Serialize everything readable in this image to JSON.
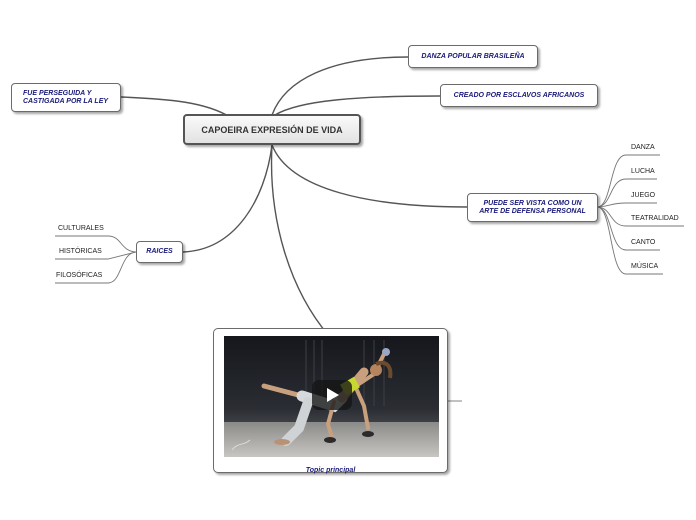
{
  "central": {
    "label": "CAPOEIRA EXPRESIÓN DE VIDA"
  },
  "topics": {
    "danza_popular": "DANZA POPULAR BRASILEÑA",
    "creado": "CREADO POR ESCLAVOS AFRICANOS",
    "perseguida": "FUE PERSEGUIDA Y CASTIGADA POR LA LEY",
    "defensa": "PUEDE SER VISTA COMO UN ARTE DE DEFENSA PERSONAL",
    "raices": "RAICES",
    "media_caption": "Topic principal"
  },
  "defensa_items": [
    "DANZA",
    "LUCHA",
    "JUEGO",
    "TEATRALIDAD",
    "CANTO",
    "MÚSICA"
  ],
  "raices_items": [
    "CULTURALES",
    "HISTÓRICAS",
    "FILOSÓFICAS"
  ],
  "media": {
    "image": "capoeira-dancer-photo",
    "control": "play-icon"
  },
  "colors": {
    "node_text": "#1a1a7a",
    "connector": "#555555",
    "node_border": "#6b6b6b"
  }
}
